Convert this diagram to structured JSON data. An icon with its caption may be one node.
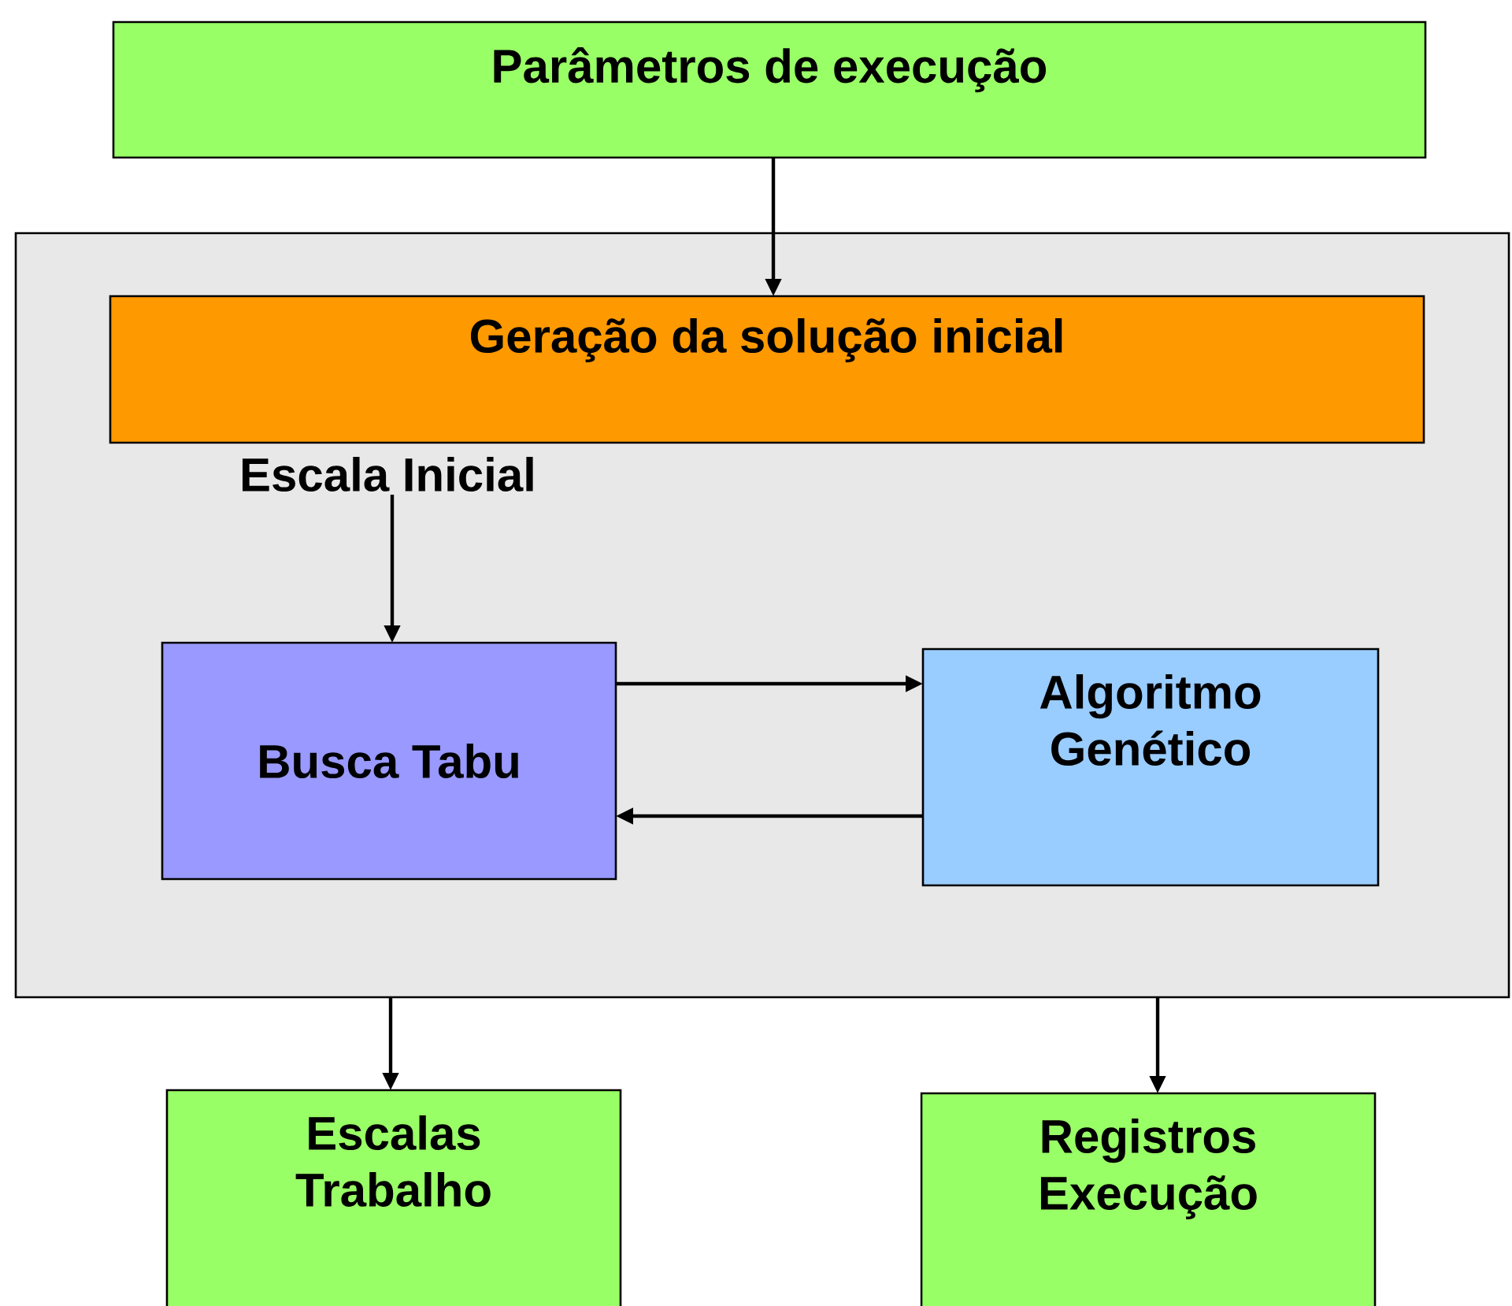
{
  "diagram": {
    "nodes": [
      {
        "text": [
          "Parâmetros de execução"
        ]
      },
      {
        "text": [],
        "shape": "box"
      },
      {
        "text": [
          "Geração da solução inicial"
        ],
        "in": 1
      },
      {
        "text": [
          "Escala Inicial"
        ],
        "in": 1
      },
      {
        "text": [
          "Busca Tabu"
        ],
        "in": 1
      },
      {
        "text": [
          "Algoritmo Genético"
        ],
        "in": 1
      },
      {
        "text": [
          "Escalas Trabalho"
        ]
      },
      {
        "text": [
          "Registros Execução"
        ]
      }
    ],
    "edges": [
      {
        "from": 0,
        "to": 2,
        "arrow": "to"
      },
      {
        "from": 3,
        "to": 4,
        "arrow": "to"
      },
      {
        "from": 4,
        "to": 5,
        "arrow": "to"
      },
      {
        "from": 5,
        "to": 4,
        "arrow": "to"
      },
      {
        "from": 1,
        "to": 6,
        "arrow": "to"
      },
      {
        "from": 1,
        "to": 7,
        "arrow": "to"
      }
    ]
  }
}
